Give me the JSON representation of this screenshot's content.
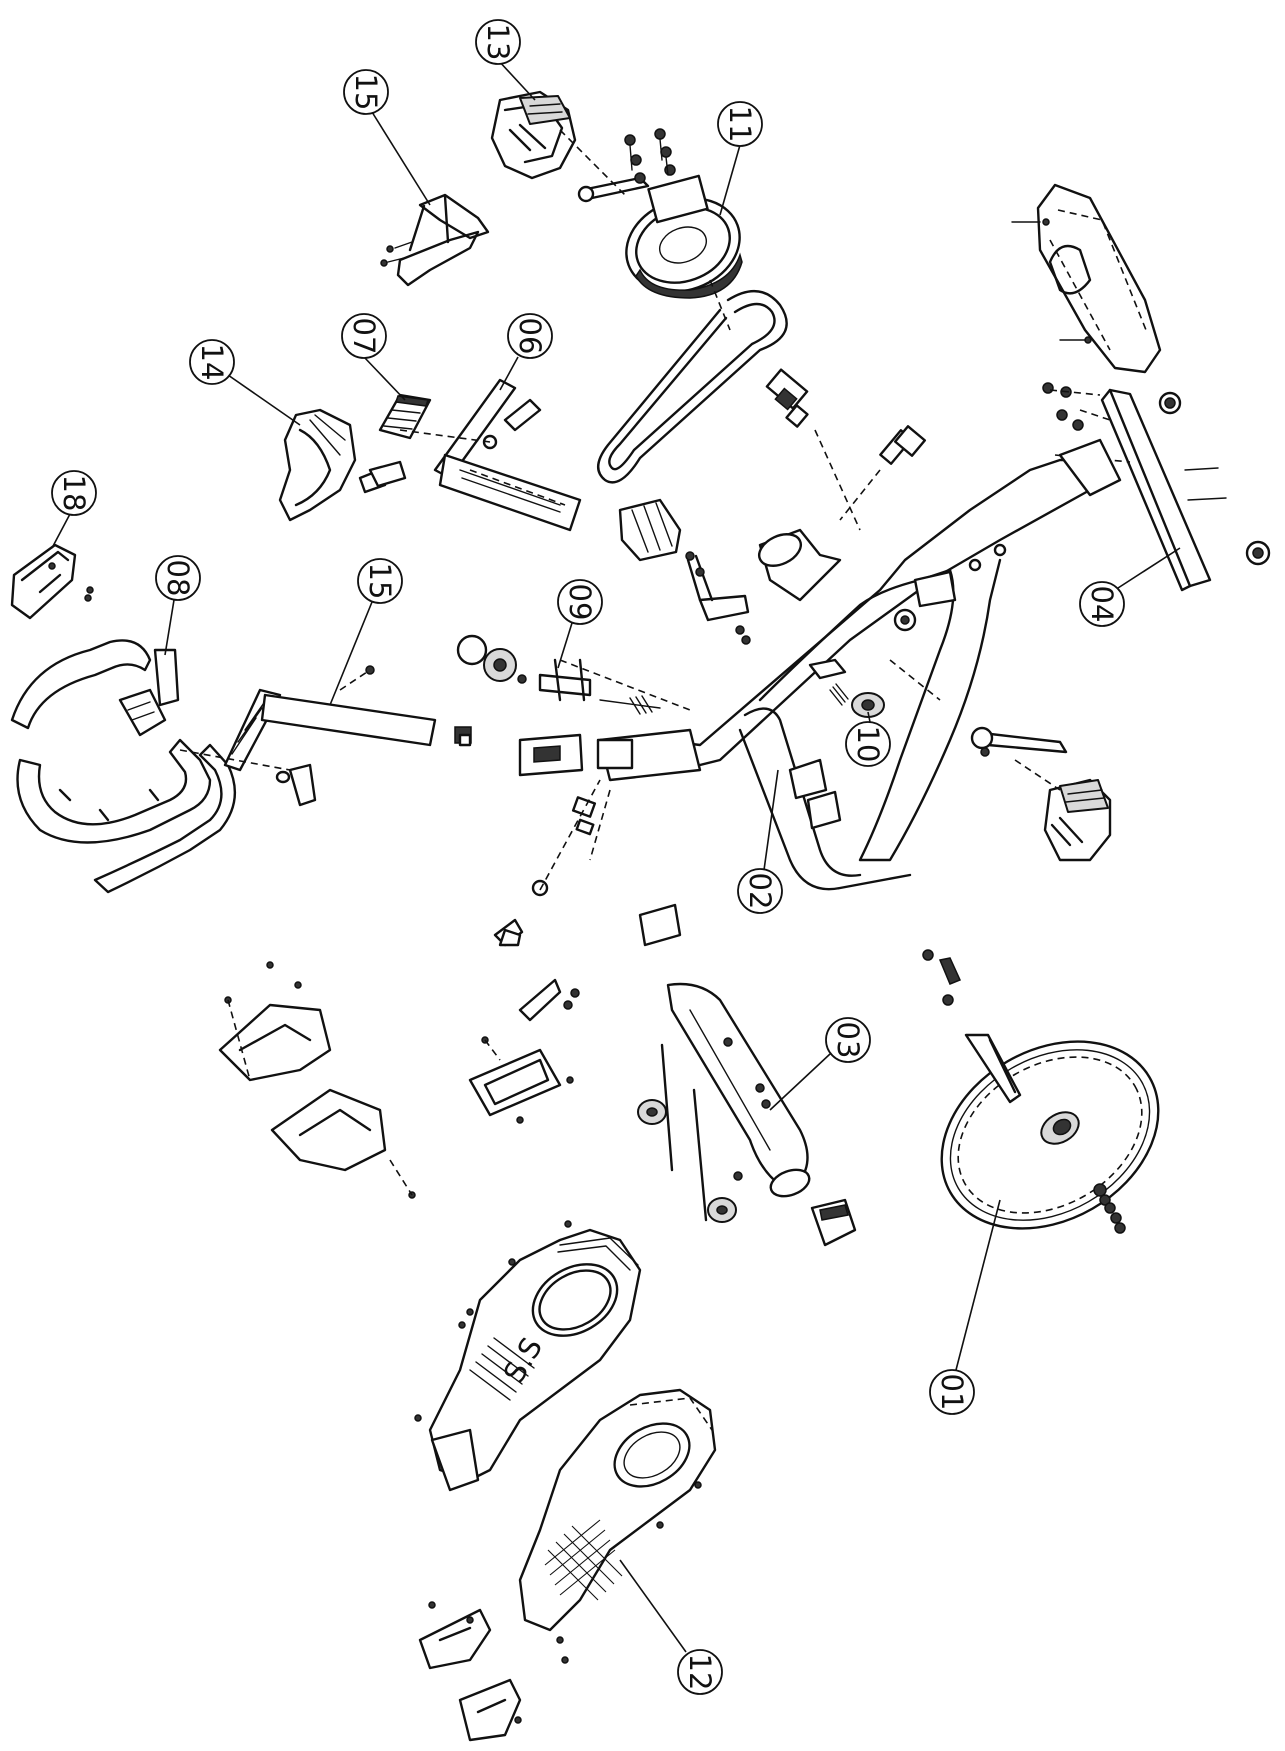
{
  "callouts": [
    {
      "id": "13",
      "label": "13"
    },
    {
      "id": "15a",
      "label": "15"
    },
    {
      "id": "11",
      "label": "11"
    },
    {
      "id": "14",
      "label": "14"
    },
    {
      "id": "07",
      "label": "07"
    },
    {
      "id": "06",
      "label": "06"
    },
    {
      "id": "18",
      "label": "18"
    },
    {
      "id": "08",
      "label": "08"
    },
    {
      "id": "15b",
      "label": "15"
    },
    {
      "id": "09",
      "label": "09"
    },
    {
      "id": "04",
      "label": "04"
    },
    {
      "id": "10",
      "label": "10"
    },
    {
      "id": "02",
      "label": "02"
    },
    {
      "id": "03",
      "label": "03"
    },
    {
      "id": "01",
      "label": "01"
    },
    {
      "id": "12",
      "label": "12"
    }
  ],
  "sticker_text": "S.S"
}
